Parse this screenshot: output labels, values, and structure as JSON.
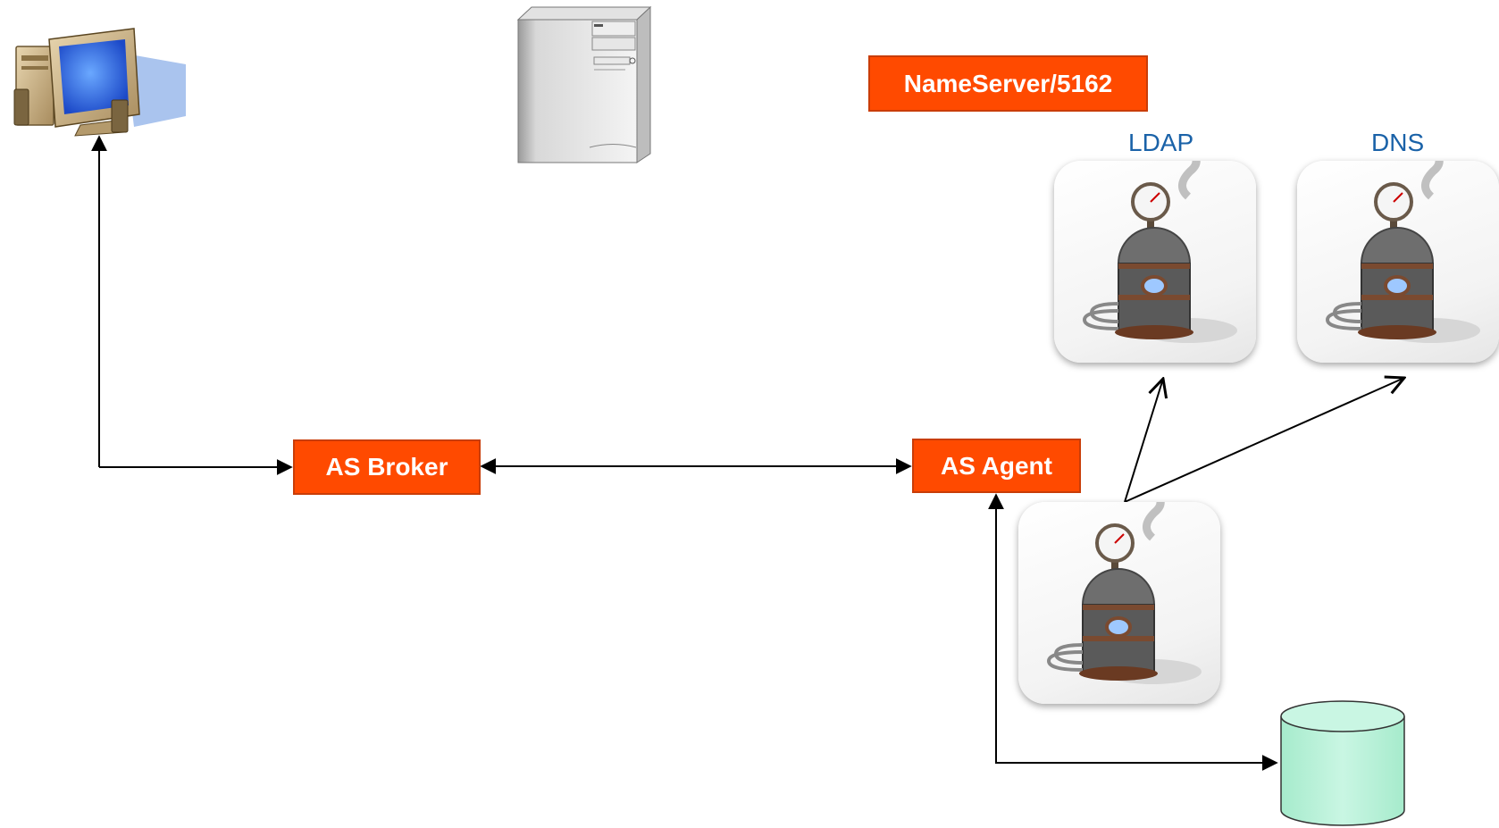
{
  "nameserver": {
    "label": "NameServer/5162"
  },
  "broker": {
    "label": "AS Broker"
  },
  "agent": {
    "label": "AS Agent"
  },
  "services": [
    {
      "label": "LDAP"
    },
    {
      "label": "DNS"
    }
  ],
  "icons": {
    "client": "desktop-computer-icon",
    "server": "tower-server-icon",
    "engine": "steam-boiler-icon",
    "database": "database-cylinder-icon"
  },
  "colors": {
    "box_fill": "#ff4a00",
    "box_border": "#c93d08",
    "caption": "#1a62a8",
    "database": "#b9f1d9"
  }
}
